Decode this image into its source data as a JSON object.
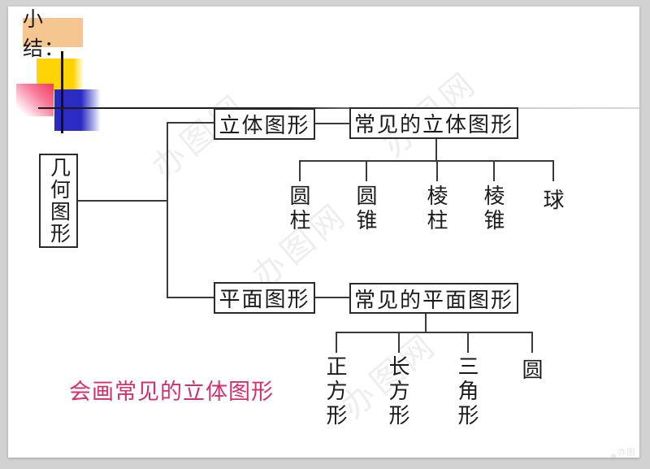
{
  "slide": {
    "title": "小结：",
    "note": "会画常见的立体图形"
  },
  "diagram": {
    "root": "几何图形",
    "branches": [
      {
        "label": "立体图形",
        "detail": "常见的立体图形",
        "children": [
          "圆柱",
          "圆锥",
          "棱柱",
          "棱锥",
          "球"
        ]
      },
      {
        "label": "平面图形",
        "detail": "常见的平面图形",
        "children": [
          "正方形",
          "长方形",
          "三角形",
          "圆"
        ]
      }
    ]
  },
  "colors": {
    "title_bg": "#f6c690",
    "note_text": "#d2306e",
    "accent_yellow": "#ffd405",
    "accent_red": "#f13b5b",
    "accent_blue": "#2b2bc4"
  },
  "watermark": {
    "text": "办图网"
  }
}
